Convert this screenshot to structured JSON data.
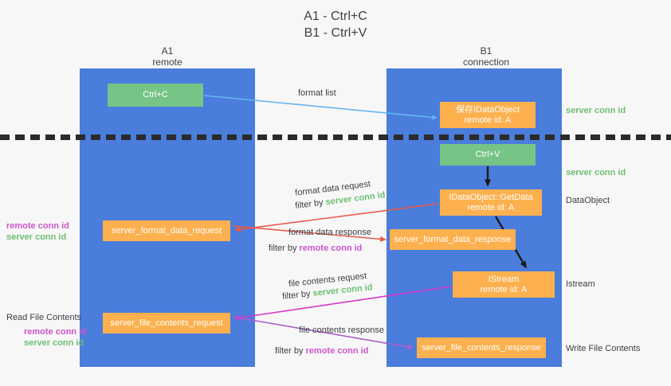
{
  "title": {
    "line1": "A1 - Ctrl+C",
    "line2": "B1 - Ctrl+V"
  },
  "columns": [
    {
      "name": "A1",
      "sub": "remote"
    },
    {
      "name": "B1",
      "sub": "connection"
    }
  ],
  "boxes": {
    "ctrl_c": {
      "label": "Ctrl+C",
      "sub": "",
      "color": "#77c487"
    },
    "idataobject": {
      "label": "保存IDataObject",
      "sub": "remote id: A",
      "color": "#fcb04e"
    },
    "ctrl_v": {
      "label": "Ctrl+V",
      "sub": "",
      "color": "#77c487"
    },
    "getdata": {
      "label": "IDataObject::GetData",
      "sub": "remote id: A",
      "color": "#fcb04e"
    },
    "istream": {
      "label": "IStream",
      "sub": "remote id: A",
      "color": "#fcb04e"
    },
    "server_format_data_request": {
      "label": "server_format_data_request",
      "color": "#fcb04e"
    },
    "server_format_data_response": {
      "label": "server_format_data_response",
      "color": "#fcb04e"
    },
    "server_file_contents_request": {
      "label": "server_file_contents_request",
      "color": "#fcb04e"
    },
    "server_file_contents_response": {
      "label": "server_file_contents_response",
      "color": "#fcb04e"
    }
  },
  "edge_labels": {
    "format_list": "format list",
    "format_data_request": "format data request",
    "format_data_response": "format data response",
    "file_contents_request": "file contents request",
    "file_contents_response": "file contents response",
    "filter_by": "filter by",
    "server_conn_id": "server conn id",
    "remote_conn_id": "remote conn id"
  },
  "side_notes": {
    "server_conn_id": "server conn id",
    "remote_conn_id": "remote conn id",
    "dataobject": "DataObject",
    "istream": "Istream",
    "write_file_contents": "Write File Contents",
    "read_file_contents": "Read File Contents"
  },
  "colors": {
    "lane": "#4a7ddc",
    "green_box": "#77c487",
    "orange_box": "#fcb04e",
    "green_text": "#6cbf72",
    "purple_text": "#cc55cc",
    "arrow_blue": "#64b5f0",
    "arrow_red": "#e8594a",
    "arrow_magenta": "#d836c8",
    "arrow_purple": "#a95fd0",
    "arrow_black": "#1a1a1a",
    "background": "#f7f7f7",
    "text": "#3c4043"
  }
}
